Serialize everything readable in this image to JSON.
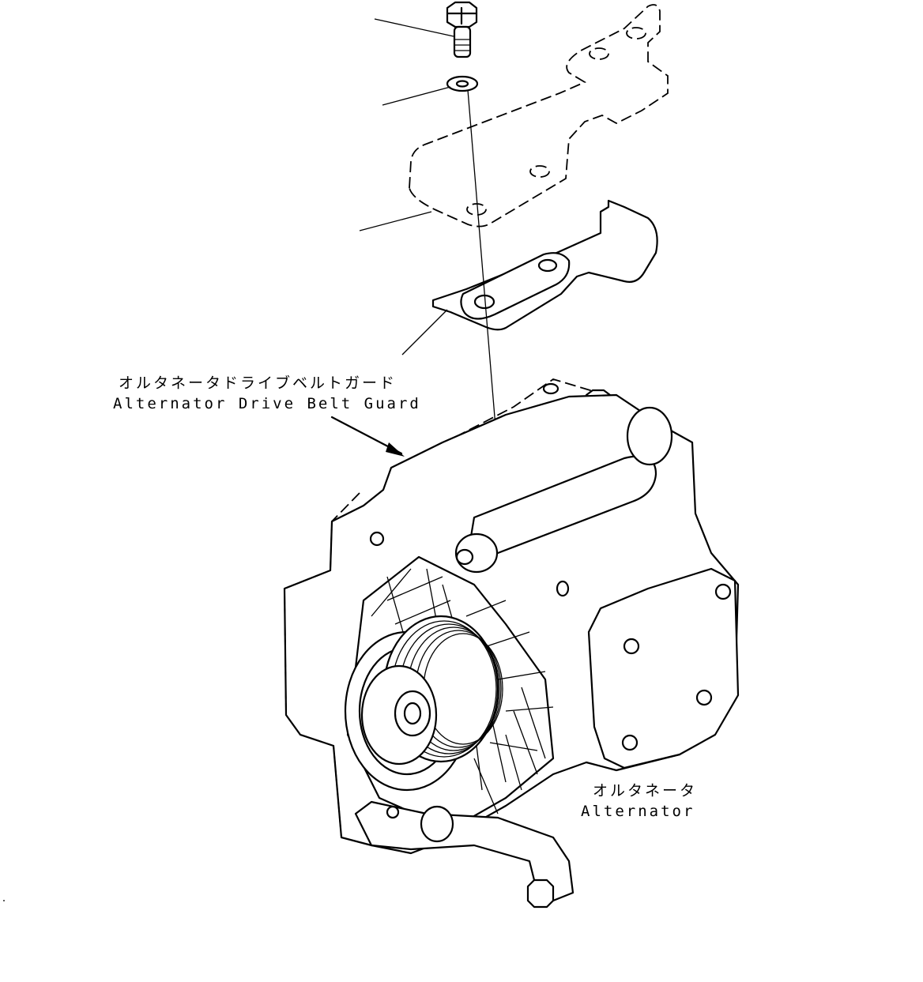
{
  "labels": {
    "belt_guard_jp": "オルタネータドライブベルトガード",
    "belt_guard_en": "Alternator Drive Belt Guard",
    "alternator_jp": "オルタネータ",
    "alternator_en": "Alternator"
  },
  "parts": [
    {
      "name": "bolt",
      "icon": "hex-bolt-icon"
    },
    {
      "name": "washer",
      "icon": "washer-icon"
    },
    {
      "name": "bracket-existing",
      "icon": "bracket-icon"
    },
    {
      "name": "belt-guard-plate",
      "icon": "plate-icon"
    },
    {
      "name": "alternator",
      "icon": "alternator-icon"
    }
  ]
}
